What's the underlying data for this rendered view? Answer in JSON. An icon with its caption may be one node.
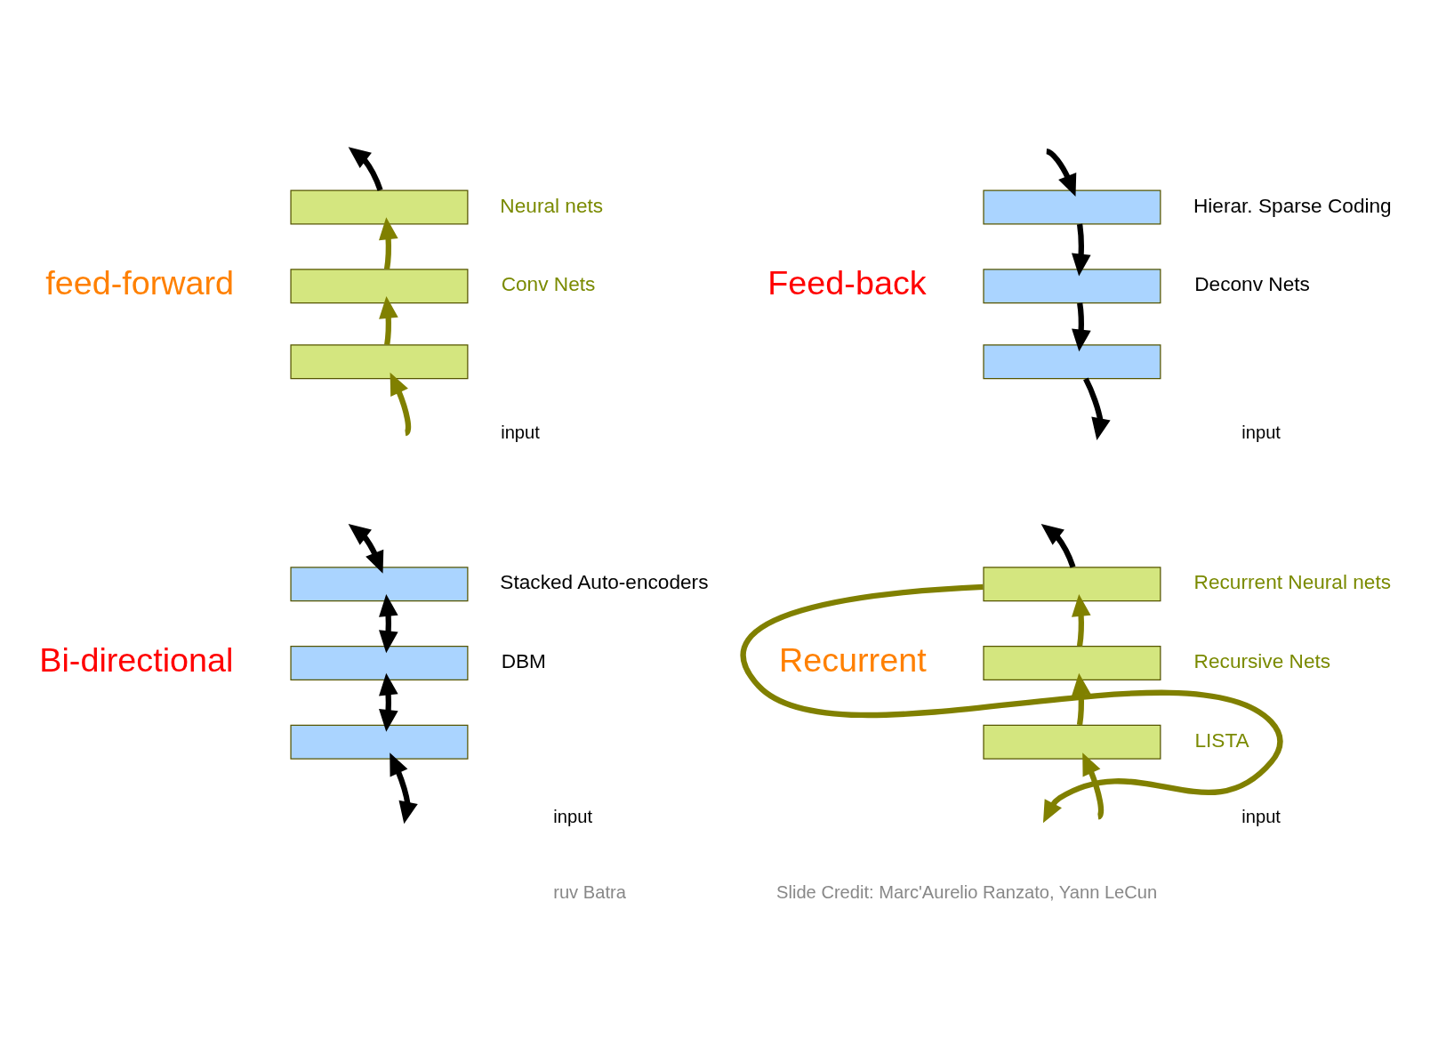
{
  "diagram": {
    "nodes": [
      {
        "text": [],
        "shape": "box"
      },
      {
        "text": [],
        "shape": "box"
      },
      {
        "text": [],
        "shape": "box"
      },
      {
        "text": [],
        "shape": "box"
      },
      {
        "text": [],
        "shape": "box"
      },
      {
        "text": [],
        "shape": "box"
      },
      {
        "text": [],
        "shape": "box"
      },
      {
        "text": [],
        "shape": "box"
      },
      {
        "text": [],
        "shape": "box"
      },
      {
        "text": [],
        "shape": "box"
      },
      {
        "text": [],
        "shape": "box"
      },
      {
        "text": [],
        "shape": "box"
      }
    ],
    "edges": [
      {
        "from": null,
        "to": 2,
        "arrow": "to",
        "color": "#808000"
      },
      {
        "from": 2,
        "to": 1,
        "arrow": "to",
        "color": "#808000"
      },
      {
        "from": 1,
        "to": 0,
        "arrow": "to",
        "color": "#808000"
      },
      {
        "from": 0,
        "to": null,
        "arrow": "to"
      },
      {
        "from": null,
        "to": 3,
        "arrow": "to"
      },
      {
        "from": 3,
        "to": 4,
        "arrow": "to"
      },
      {
        "from": 4,
        "to": 5,
        "arrow": "to"
      },
      {
        "from": 5,
        "to": null,
        "arrow": "to"
      },
      {
        "from": null,
        "to": 6,
        "arrow": "both"
      },
      {
        "from": 6,
        "to": 7,
        "arrow": "both"
      },
      {
        "from": 7,
        "to": 8,
        "arrow": "both"
      },
      {
        "from": 8,
        "to": null,
        "arrow": "both"
      },
      {
        "from": null,
        "to": 11,
        "arrow": "to",
        "color": "#808000"
      },
      {
        "from": 11,
        "to": 10,
        "arrow": "to",
        "color": "#808000"
      },
      {
        "from": 10,
        "to": 9,
        "arrow": "to",
        "color": "#808000"
      },
      {
        "from": 9,
        "to": null,
        "arrow": "to",
        "color": "#808000"
      },
      {
        "from": 9,
        "to": null,
        "arrow": "to"
      }
    ],
    "labels": [
      "feed-forward",
      "Neural nets",
      "Conv Nets",
      "input",
      "Feed-back",
      "Hierar. Sparse Coding",
      "Deconv Nets",
      "input",
      "Bi-directional",
      "Stacked Auto-encoders",
      "DBM",
      "input",
      "Recurrent",
      "Recurrent Neural nets",
      "Recursive Nets",
      "LISTA",
      "input",
      "ruv Batra",
      "Slide Credit: Marc'Aurelio Ranzato, Yann LeCun"
    ]
  }
}
